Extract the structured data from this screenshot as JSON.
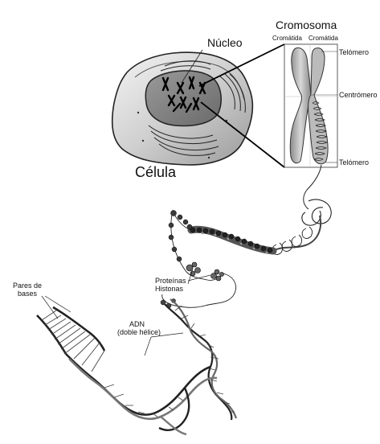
{
  "labels": {
    "chromosome": "Cromosoma",
    "chromatid_left": "Cromátida",
    "chromatid_right": "Cromátida",
    "telomere_top": "Telómero",
    "centromere": "Centrómero",
    "telomere_bottom": "Telómero",
    "nucleus": "Núcleo",
    "cell": "Célula",
    "histone_line1": "Proteínas",
    "histone_line2": "Histonas",
    "base_pairs_line1": "Pares de",
    "base_pairs_line2": "bases",
    "dna_line1": "ADN",
    "dna_line2": "(doble hélice)"
  }
}
